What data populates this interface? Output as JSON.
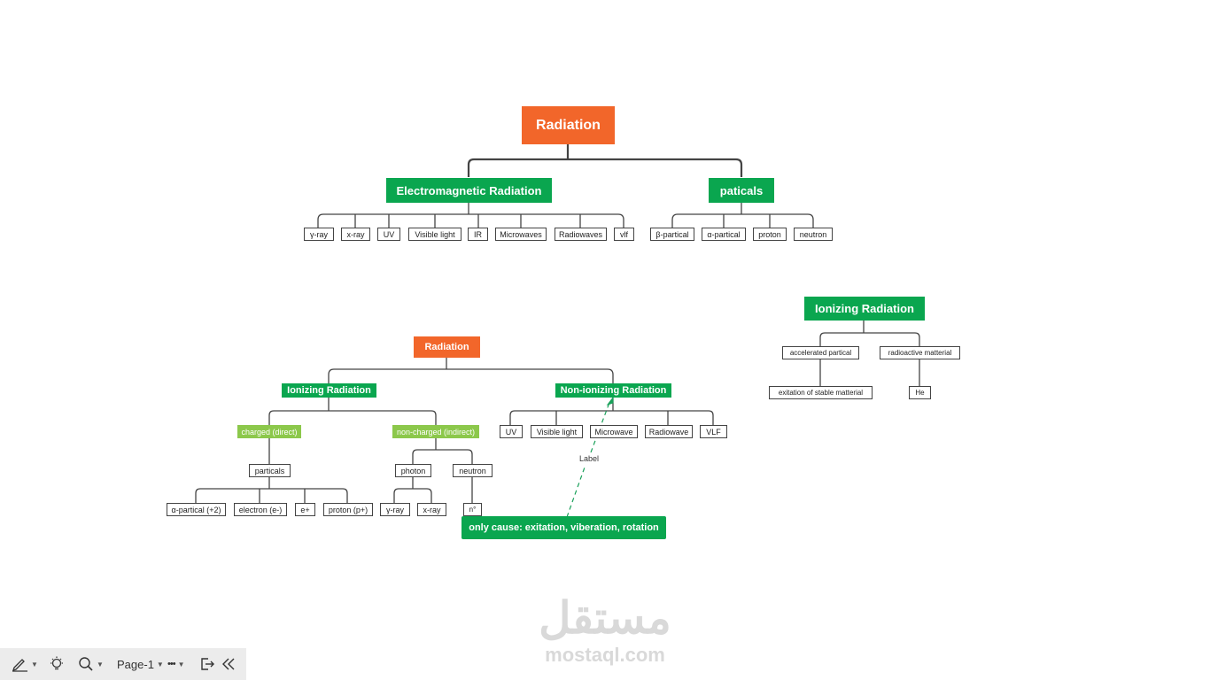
{
  "diagram": {
    "top_tree": {
      "root": "Radiation",
      "em": "Electromagnetic Radiation",
      "em_children": [
        "γ-ray",
        "x-ray",
        "UV",
        "Visible light",
        "IR",
        "Microwaves",
        "Radiowaves",
        "vlf"
      ],
      "particals": "paticals",
      "particals_children": [
        "β-partical",
        "α-partical",
        "proton",
        "neutron"
      ]
    },
    "right_tree": {
      "root": "Ionizing Radiation",
      "accelerated": "accelerated partical",
      "radioactive": "radioactive matterial",
      "exitation": "exitation of stable matterial",
      "he": "He"
    },
    "bottom_tree": {
      "root": "Radiation",
      "ionizing": "Ionizing Radiation",
      "non_ionizing": "Non-ionizing Radiation",
      "charged": "charged (direct)",
      "noncharged": "non-charged (indirect)",
      "particals": "particals",
      "particals_children": [
        "α-partical (+2)",
        "electron (e-)",
        "e+",
        "proton (p+)"
      ],
      "photon": "photon",
      "neutron": "neutron",
      "photon_children": [
        "γ-ray",
        "x-ray"
      ],
      "neutron_child": "n°",
      "non_ionizing_children": [
        "UV",
        "Visible light",
        "Microwave",
        "Radiowave",
        "VLF"
      ],
      "callout": "only cause: exitation, viberation, rotation",
      "connector_label": "Label"
    }
  },
  "watermark": {
    "arabic": "مستقل",
    "latin": "mostaql.com"
  },
  "toolbar": {
    "page_label": "Page-1",
    "more": "•••",
    "icons": [
      "pen-icon",
      "bulb-icon",
      "zoom-icon",
      "exit-icon",
      "collapse-icon"
    ]
  },
  "colors": {
    "orange": "#f2662a",
    "green": "#0aa64f",
    "light_green": "#8cc84b",
    "connector": "#444444",
    "dashed_connector": "#1aa05a"
  }
}
